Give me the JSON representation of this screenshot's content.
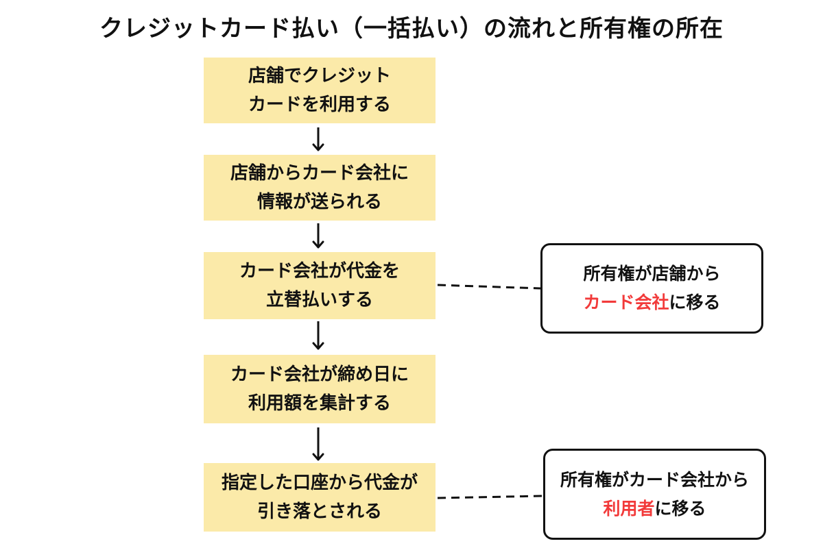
{
  "title": "クレジットカード払い（一括払い）の流れと所有権の所在",
  "steps": [
    {
      "line1": "店舗でクレジット",
      "line2": "カードを利用する"
    },
    {
      "line1": "店舗からカード会社に",
      "line2": "情報が送られる"
    },
    {
      "line1": "カード会社が代金を",
      "line2": "立替払いする"
    },
    {
      "line1": "カード会社が締め日に",
      "line2": "利用額を集計する"
    },
    {
      "line1": "指定した口座から代金が",
      "line2": "引き落とされる"
    }
  ],
  "notes": [
    {
      "line1": "所有権が店舗から",
      "highlight": "カード会社",
      "suffix": "に移る"
    },
    {
      "line1": "所有権がカード会社から",
      "highlight": "利用者",
      "suffix": "に移る"
    }
  ],
  "colors": {
    "step_fill": "#fbeaa9",
    "highlight": "#f23a3a",
    "stroke": "#111111"
  }
}
